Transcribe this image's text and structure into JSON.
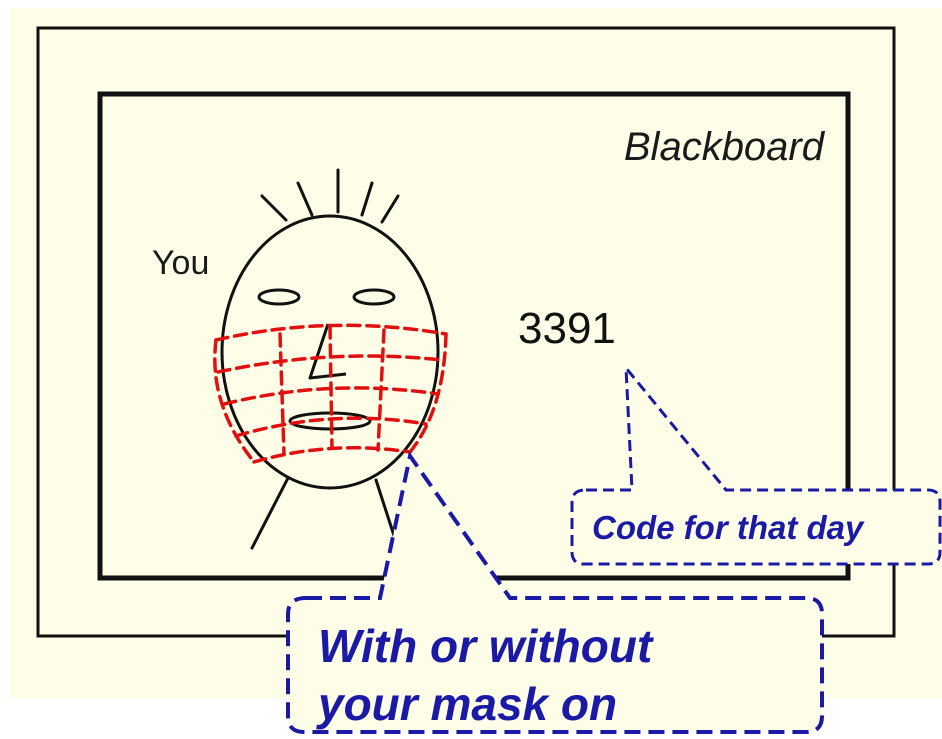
{
  "labels": {
    "board": "Blackboard",
    "person": "You",
    "code_value": "3391"
  },
  "callouts": {
    "code": "Code for that day",
    "mask_line1": "With or without",
    "mask_line2": "your mask on"
  },
  "colors": {
    "page_background": "#fdfde8",
    "board_background": "#fdfde8",
    "outline": "#111111",
    "mask": "#e01010",
    "callout": "#1a1aa6"
  }
}
